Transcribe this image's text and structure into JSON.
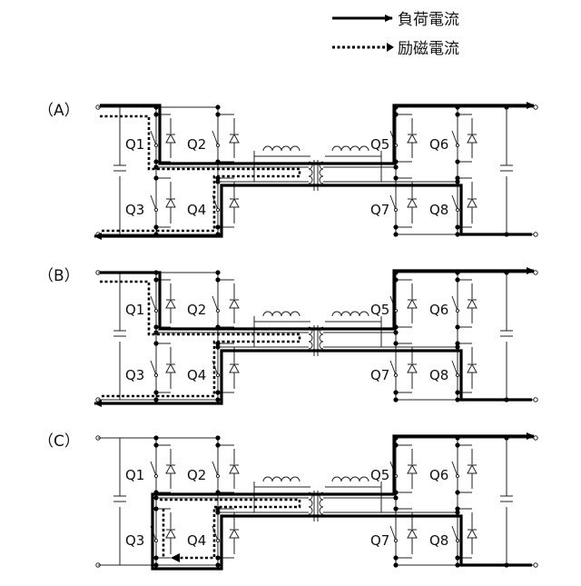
{
  "legend": {
    "load_current": "負荷電流",
    "magnetizing_current": "励磁電流"
  },
  "panels": [
    {
      "label": "（A）",
      "switches": [
        "Q1",
        "Q2",
        "Q3",
        "Q4",
        "Q5",
        "Q6",
        "Q7",
        "Q8"
      ]
    },
    {
      "label": "（B）",
      "switches": [
        "Q1",
        "Q2",
        "Q3",
        "Q4",
        "Q5",
        "Q6",
        "Q7",
        "Q8"
      ]
    },
    {
      "label": "（C）",
      "switches": [
        "Q1",
        "Q2",
        "Q3",
        "Q4",
        "Q5",
        "Q6",
        "Q7",
        "Q8"
      ]
    }
  ]
}
